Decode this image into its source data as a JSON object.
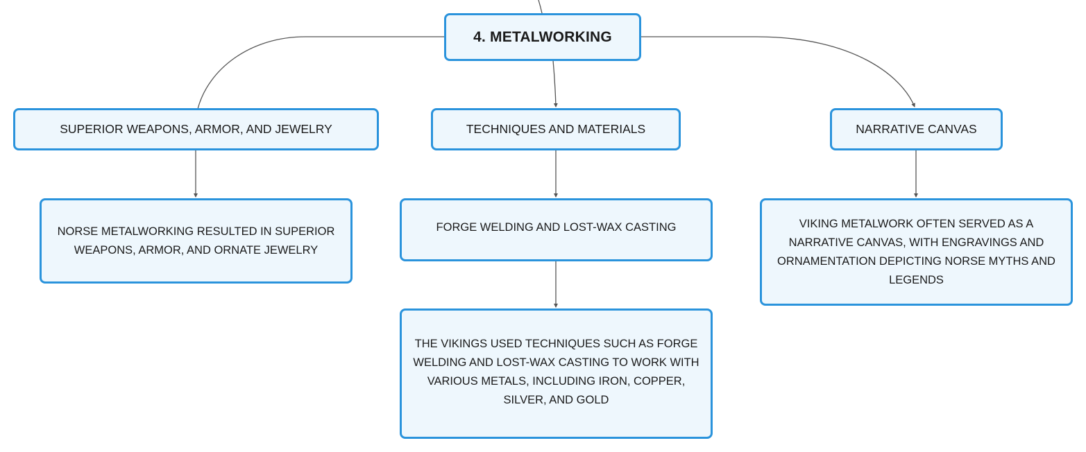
{
  "root": {
    "label": "4. METALWORKING"
  },
  "branches": [
    {
      "label": "SUPERIOR WEAPONS, ARMOR, AND JEWELRY",
      "details": [
        "NORSE METALWORKING RESULTED IN SUPERIOR WEAPONS, ARMOR, AND ORNATE JEWELRY"
      ]
    },
    {
      "label": "TECHNIQUES AND MATERIALS",
      "details": [
        "FORGE WELDING AND LOST-WAX CASTING",
        "THE VIKINGS USED TECHNIQUES SUCH AS FORGE WELDING AND LOST-WAX CASTING TO WORK WITH VARIOUS METALS, INCLUDING IRON, COPPER, SILVER, AND GOLD"
      ]
    },
    {
      "label": "NARRATIVE CANVAS",
      "details": [
        "VIKING METALWORK OFTEN SERVED AS A NARRATIVE CANVAS, WITH ENGRAVINGS AND ORNAMENTATION DEPICTING NORSE MYTHS AND LEGENDS"
      ]
    }
  ],
  "colors": {
    "node_border": "#2a93dc",
    "node_fill": "#eef7fd",
    "connector": "#555555",
    "text": "#1a1a1a"
  }
}
